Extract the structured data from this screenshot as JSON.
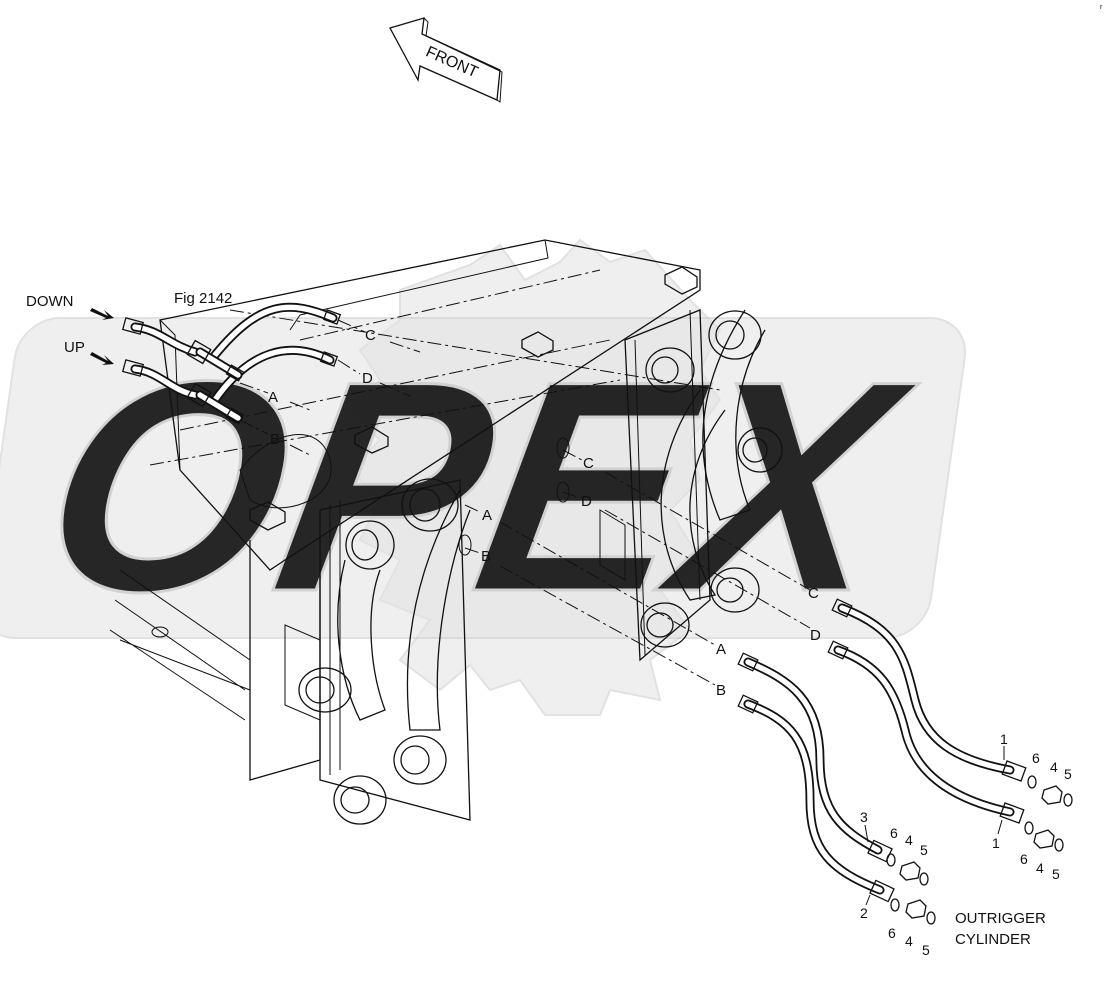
{
  "front_arrow_label": "FRONT",
  "fig_reference": "Fig 2142",
  "direction_labels": {
    "down": "DOWN",
    "up": "UP"
  },
  "watermark_text": "OPEX",
  "connection_letters": [
    "A",
    "B",
    "C",
    "D"
  ],
  "part_callouts": [
    "1",
    "1",
    "2",
    "3",
    "4",
    "4",
    "4",
    "5",
    "5",
    "5",
    "6",
    "6",
    "6"
  ],
  "component_label": {
    "line1": "OUTRIGGER",
    "line2": "CYLINDER"
  },
  "corner_mark": "r"
}
